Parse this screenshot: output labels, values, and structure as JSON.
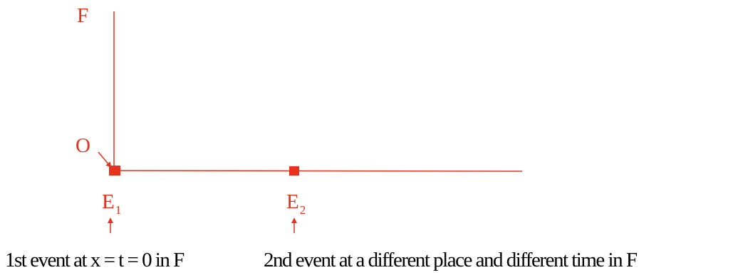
{
  "frame_label": "F",
  "origin_label": "O",
  "event1": {
    "letter": "E",
    "subscript": "1"
  },
  "event2": {
    "letter": "E",
    "subscript": "2"
  },
  "captions": {
    "event1": "1st event at x = t = 0 in F",
    "event2": "2nd event at a different place and different time in F"
  },
  "colors": {
    "diagram": "#e8321e",
    "caption": "#000000"
  }
}
